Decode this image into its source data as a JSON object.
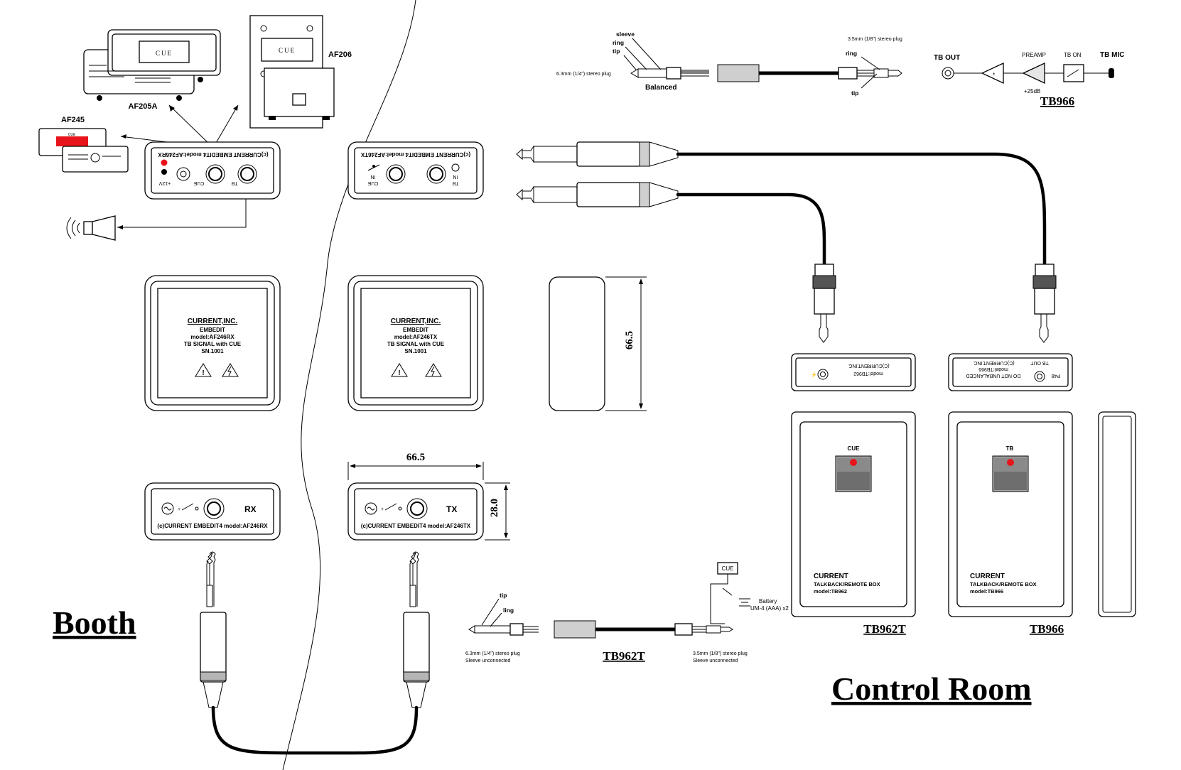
{
  "booth_title": "Booth",
  "control_room_title": "Control Room",
  "af205a": {
    "model": "AF205A",
    "cue_window": "CUE"
  },
  "af206": {
    "model": "AF206",
    "cue_window": "CUE"
  },
  "af245": {
    "model": "AF245",
    "cue_window": "CUE"
  },
  "face_rx": {
    "header": "(c)CURRENT EMBEDIT4 model:AF246RX",
    "tb": "TB",
    "cue": "CUE",
    "power": "+12V"
  },
  "face_tx": {
    "header": "(c)CURRENT EMBEDIT4 model:AF246TX",
    "tb": "TB",
    "tb_in": "IN",
    "cue": "CUE",
    "cue_in": "IN"
  },
  "label_rx": {
    "company": "CURRENT,INC.",
    "product": "EMBEDIT",
    "model": "model:AF246RX",
    "desc": "TB SIGNAL with CUE",
    "serial": "SN.1001"
  },
  "label_tx": {
    "company": "CURRENT,INC.",
    "product": "EMBEDIT",
    "model": "model:AF246TX",
    "desc": "TB SIGNAL with CUE",
    "serial": "SN.1001"
  },
  "dims": {
    "height": "66.5",
    "width": "66.5",
    "depth": "28.0"
  },
  "rx_front": {
    "label": "RX",
    "footer": "(c)CURRENT EMBEDIT4 model:AF246RX"
  },
  "tx_front": {
    "label": "TX",
    "footer": "(c)CURRENT EMBEDIT4 model:AF246TX"
  },
  "balanced_cable": {
    "sleeve": "sleeve",
    "ring": "ring",
    "tip": "tip",
    "big_plug": "6.3mm (1/4\") stereo plug",
    "caption": "Balanced",
    "small_plug": "3.5mm (1/8\") stereo plug",
    "ring_right": "ring",
    "tip_right": "tip"
  },
  "tb966_schematic": {
    "tb_out": "TB OUT",
    "preamp": "PREAMP",
    "tb_on": "TB ON",
    "tb_mic": "TB MIC",
    "gain": "+25dB",
    "title": "TB966"
  },
  "tb962_top": {
    "model": "model:TB962",
    "brand": "(C)CURRENT,INC."
  },
  "tb966_top": {
    "label1": "TB OUT",
    "label2": "(C)CURRENT,INC.",
    "model": "model:TB966",
    "warning": "DO NOT UNBALANCED",
    "p48": "P48"
  },
  "tb962_box": {
    "button": "CUE",
    "brand": "CURRENT",
    "desc": "TALKBACK/REMOTE BOX",
    "model": "model:TB962",
    "caption": "TB962T"
  },
  "tb966_box": {
    "button": "TB",
    "brand": "CURRENT",
    "desc": "TALKBACK/REMOTE BOX",
    "model": "model:TB966",
    "caption": "TB966"
  },
  "tb962t_cable": {
    "tip": "tip",
    "ling": "ling",
    "big_plug": "6.3mm (1/4\") stereo plug",
    "big_sleeve": "Sleeve unconnected",
    "caption": "TB962T",
    "small_plug": "3.5mm (1/8\") stereo plug",
    "small_sleeve": "Sleeve unconnected",
    "cue": "CUE",
    "battery": "Battery",
    "battery_type": "UM-4 (AAA) x2"
  },
  "accent": {
    "red": "#e8141b",
    "grey": "#b5b5b5"
  }
}
